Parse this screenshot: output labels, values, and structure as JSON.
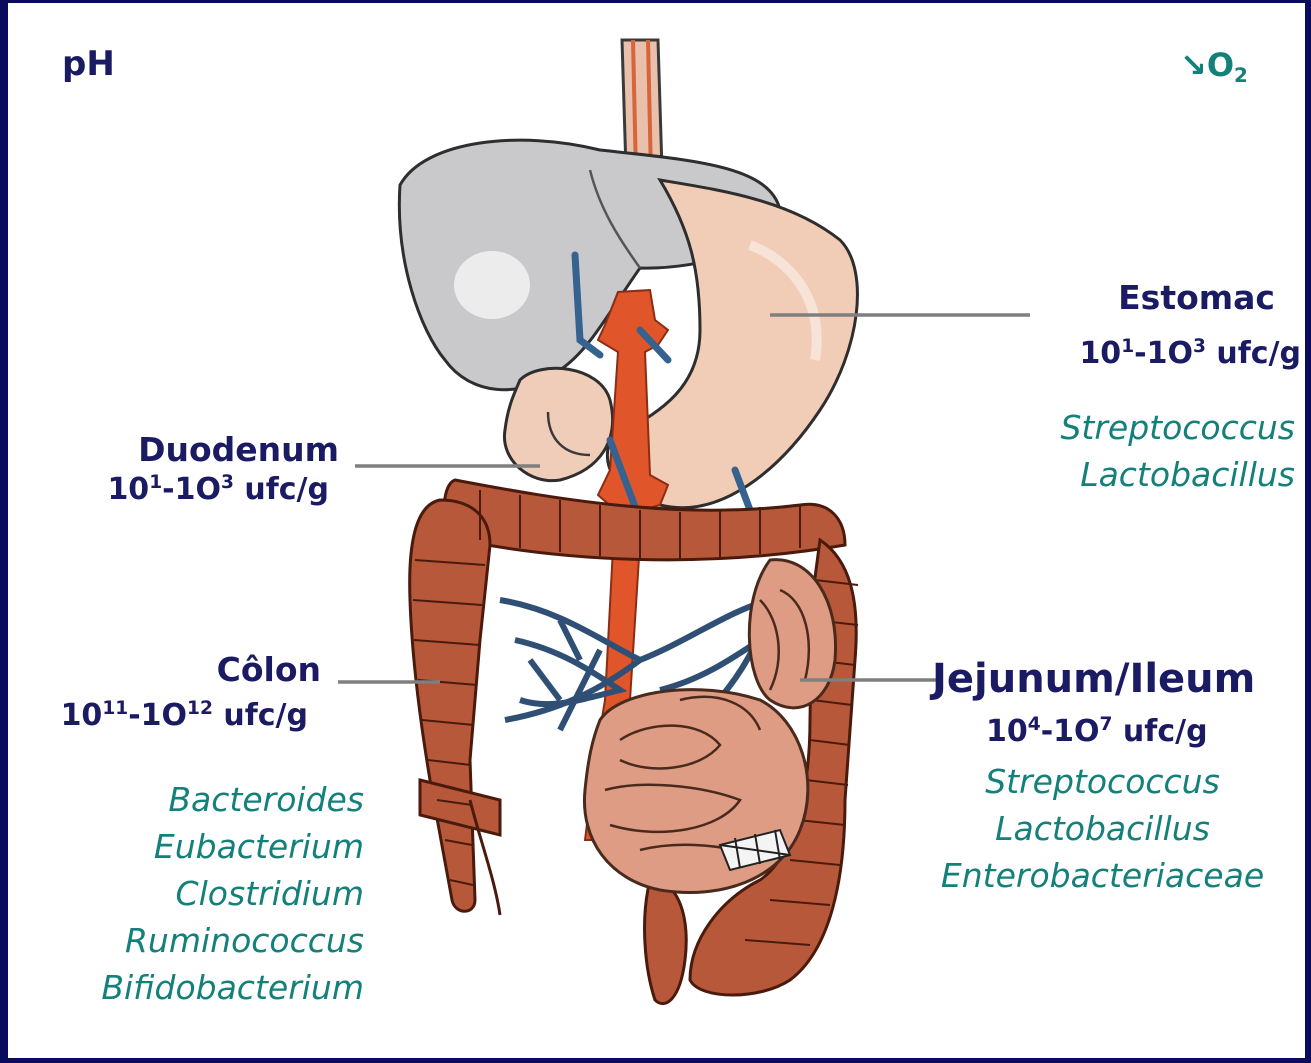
{
  "ph_label": "pH",
  "oxygen": {
    "arrow": "↘",
    "symbol": "O",
    "subscript": "2",
    "color": "#13807a"
  },
  "regions": {
    "estomac": {
      "name": "Estomac",
      "count": {
        "a": "10",
        "a_exp": "1",
        "sep": "-1O",
        "b_exp": "3",
        "unit": " ufc/g"
      },
      "genera": [
        "Streptococcus",
        "Lactobacillus"
      ]
    },
    "duodenum": {
      "name": "Duodenum",
      "count": {
        "a": "10",
        "a_exp": "1",
        "sep": "-1O",
        "b_exp": "3",
        "unit": " ufc/g"
      }
    },
    "colon": {
      "name": "Côlon",
      "count": {
        "a": "10",
        "a_exp": "11",
        "sep": "-1O",
        "b_exp": "12",
        "unit": " ufc/g"
      },
      "genera": [
        "Bacteroides",
        "Eubacterium",
        "Clostridium",
        "Ruminococcus",
        "Bifidobacterium"
      ]
    },
    "jejunum": {
      "name": "Jejunum/Ileum",
      "count": {
        "a": "10",
        "a_exp": "4",
        "sep": "-1O",
        "b_exp": "7",
        "unit": " ufc/g"
      },
      "genera": [
        "Streptococcus",
        "Lactobacillus",
        "Enterobacteriaceae"
      ]
    }
  },
  "colors": {
    "label": "#1b1b64",
    "genus": "#13807a",
    "border": "#0b0b5e",
    "leader": "#7f7f7f"
  }
}
